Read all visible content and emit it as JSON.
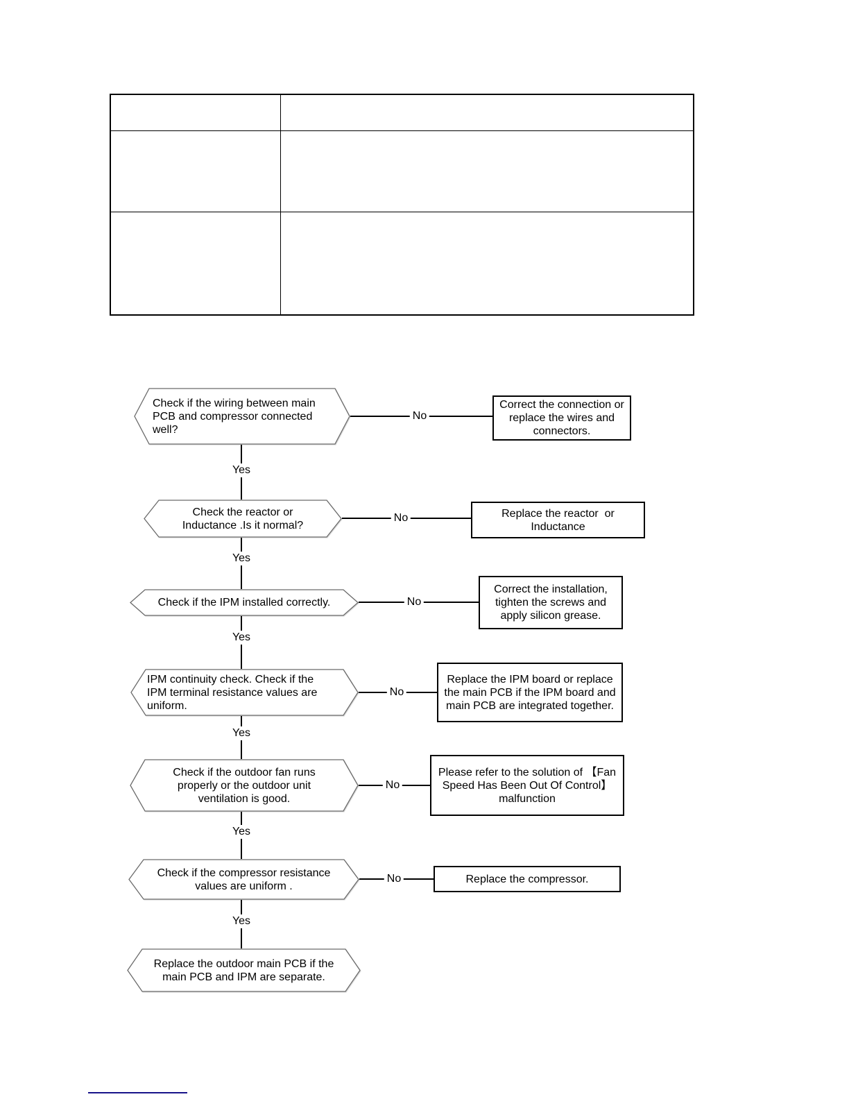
{
  "table": {
    "rows": [
      [
        "",
        ""
      ],
      [
        "",
        ""
      ],
      [
        "",
        ""
      ]
    ]
  },
  "flowchart": {
    "yes_label": "Yes",
    "no_label": "No",
    "steps": [
      {
        "question": "Check if the wiring between main\nPCB and compressor connected\nwell?",
        "action": "Correct the connection or\nreplace the wires and\nconnectors."
      },
      {
        "question": "Check the reactor or\nInductance .Is it normal?",
        "action": "Replace the reactor  or\nInductance"
      },
      {
        "question": "Check if the IPM installed correctly.",
        "action": "Correct the installation,\ntighten the screws and\napply silicon grease."
      },
      {
        "question": "IPM continuity check. Check if the\nIPM terminal resistance values are\nuniform.",
        "action": "Replace the IPM board or replace\nthe main PCB if the IPM board and\nmain PCB are integrated together."
      },
      {
        "question": "Check if the outdoor fan runs\nproperly or the outdoor unit\nventilation is good.",
        "action": "Please refer to the solution of 【Fan\nSpeed Has Been Out Of Control】\nmalfunction"
      },
      {
        "question": "Check if the compressor resistance\nvalues are uniform .",
        "action": "Replace the compressor."
      }
    ],
    "conclusion": "Replace the outdoor main PCB if the\nmain PCB and IPM are separate."
  },
  "colors": {
    "line_color": "#000000",
    "hexagon_border": "#6a6a6a",
    "box_border": "#000000",
    "footer_rule": "#181289"
  }
}
